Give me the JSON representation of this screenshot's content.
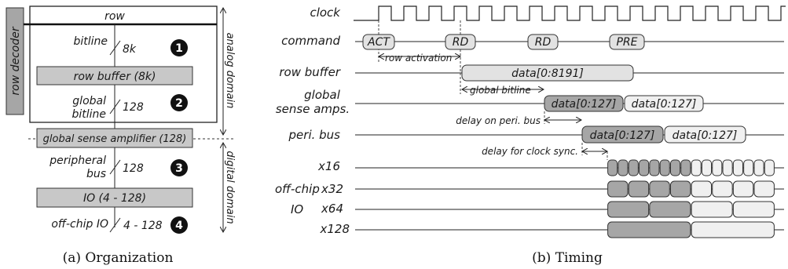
{
  "organization": {
    "row_decoder": "row decoder",
    "row": "row",
    "bitline": "bitline",
    "bitline_width": "8k",
    "row_buffer": "row buffer (8k)",
    "global_bitline": [
      "global",
      "bitline"
    ],
    "global_bitline_width": "128",
    "gsa": "global sense amplifier (128)",
    "peripheral_bus": [
      "peripheral",
      "bus"
    ],
    "peripheral_bus_width": "128",
    "io": "IO (4 - 128)",
    "offchip_io": "off-chip IO",
    "offchip_width": "4 - 128",
    "analog_domain": "analog domain",
    "digital_domain": "digital domain",
    "markers": [
      "1",
      "2",
      "3",
      "4"
    ],
    "caption": "(a) Organization"
  },
  "timing": {
    "signals": {
      "clock": "clock",
      "command": "command",
      "row_buffer": "row buffer",
      "global_sense_amps": [
        "global",
        "sense amps."
      ],
      "peri_bus": "peri. bus",
      "offchip_io": [
        "off-chip",
        "IO"
      ],
      "x16": "x16",
      "x32": "x32",
      "x64": "x64",
      "x128": "x128"
    },
    "commands": [
      "ACT",
      "RD",
      "RD",
      "PRE"
    ],
    "row_buffer_data": "data[0:8191]",
    "gsa_data": [
      "data[0:127]",
      "data[0:127]"
    ],
    "peri_data": [
      "data[0:127]",
      "data[0:127]"
    ],
    "annotations": {
      "row_activation": "row activation",
      "global_bitline": "global bitline",
      "delay_peri_bus": "delay on peri. bus",
      "delay_clock_sync": "delay for clock sync."
    },
    "burst_segments": {
      "x16": 16,
      "x32": 8,
      "x64": 4,
      "x128": 2
    },
    "caption": "(b) Timing"
  },
  "colors": {
    "dark_fill": "#a6a6a6",
    "mid_fill": "#c8c8c8",
    "light_fill": "#e2e2e2",
    "pale_fill": "#f0f0f0"
  }
}
